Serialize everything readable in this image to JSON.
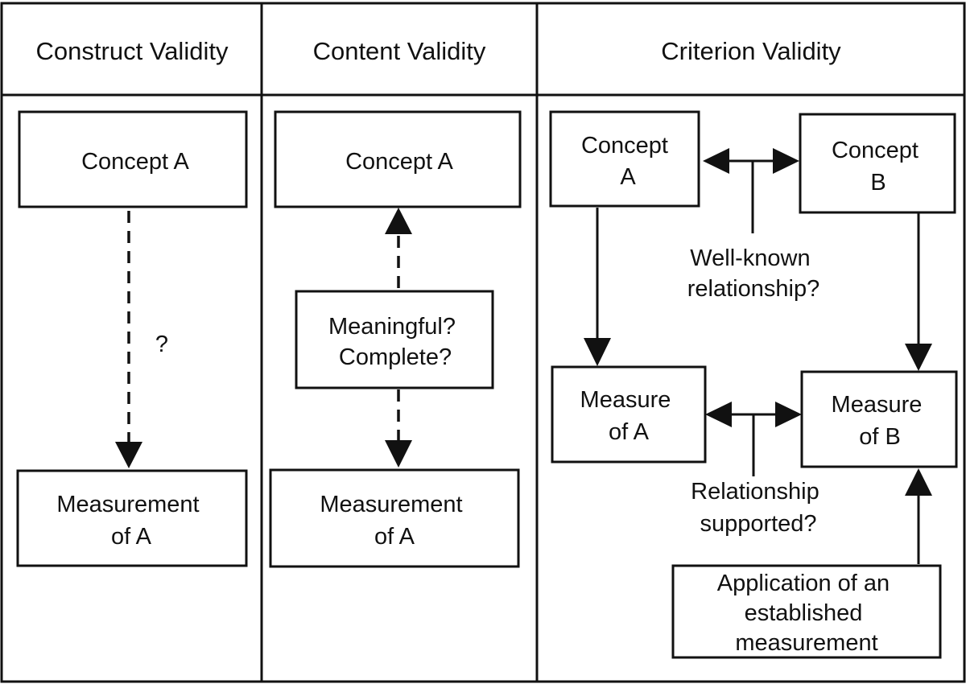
{
  "columns": {
    "construct": {
      "title": "Construct Validity",
      "concept": "Concept A",
      "measurement": [
        "Measurement",
        "of A"
      ],
      "question": "?"
    },
    "content": {
      "title": "Content Validity",
      "concept": "Concept A",
      "check": [
        "Meaningful?",
        "Complete?"
      ],
      "measurement": [
        "Measurement",
        "of A"
      ]
    },
    "criterion": {
      "title": "Criterion Validity",
      "concept_a": [
        "Concept",
        "A"
      ],
      "concept_b": [
        "Concept",
        "B"
      ],
      "relationship_top": [
        "Well-known",
        "relationship?"
      ],
      "measure_a": [
        "Measure",
        "of A"
      ],
      "measure_b": [
        "Measure",
        "of B"
      ],
      "relationship_bottom": [
        "Relationship",
        "supported?"
      ],
      "application": [
        "Application of an",
        "established",
        "measurement"
      ]
    }
  }
}
